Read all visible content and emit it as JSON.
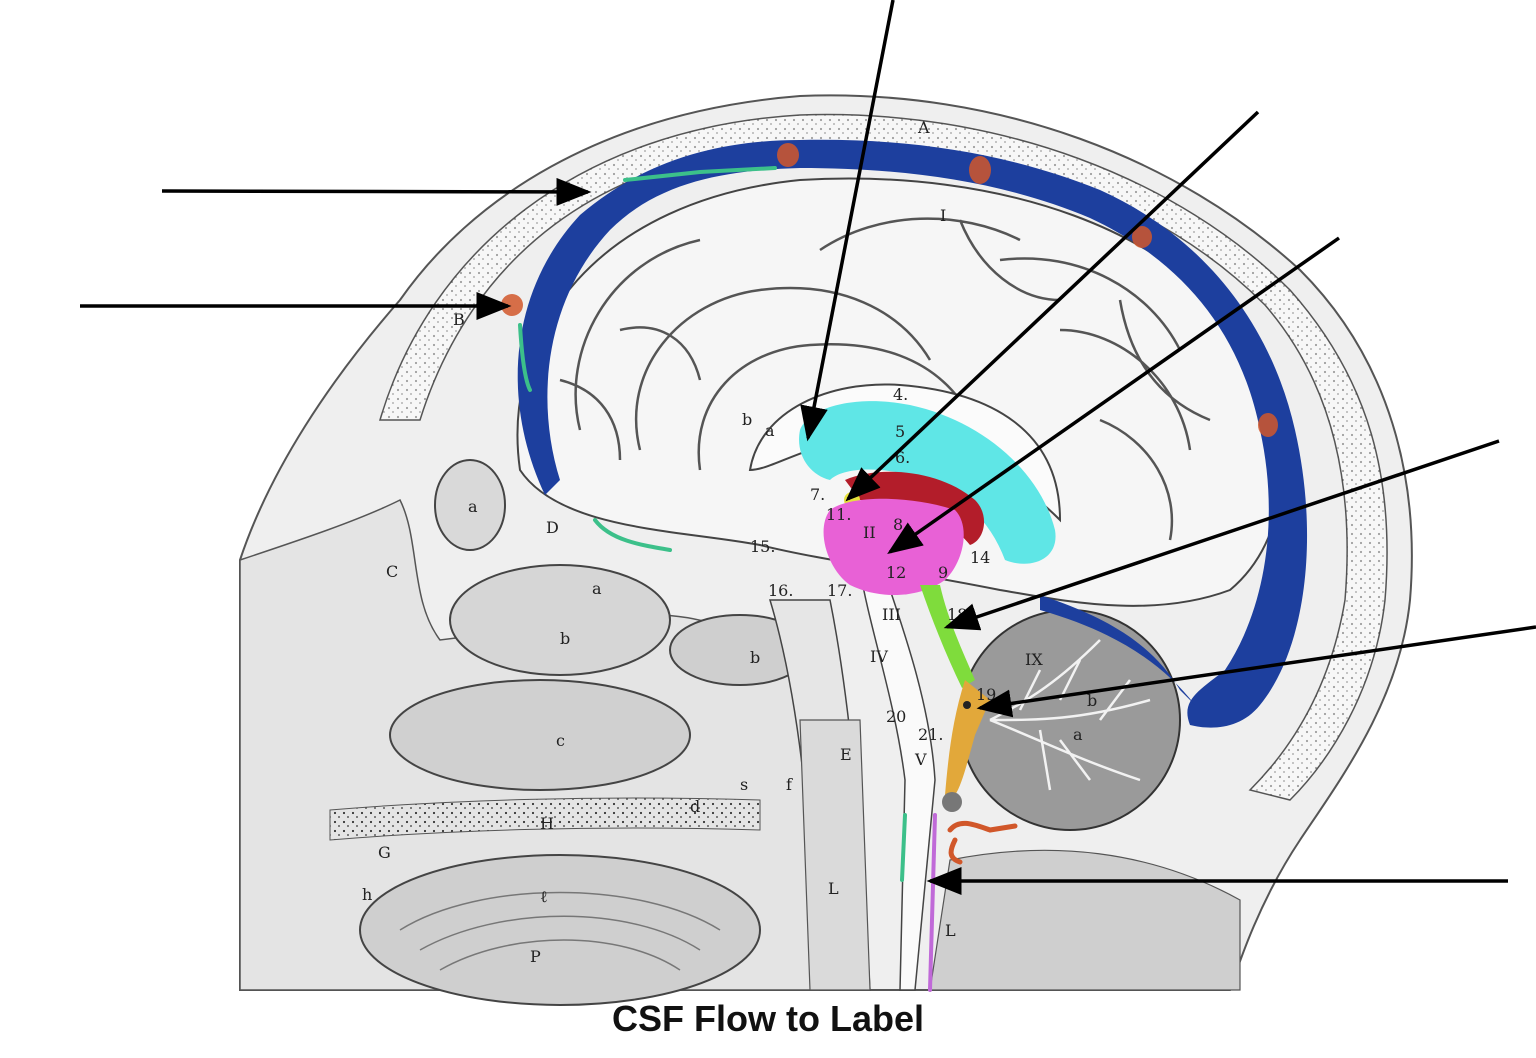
{
  "caption": "CSF Flow to Label",
  "colors": {
    "sinus": "#1d3f9e",
    "lateral_ventricle": "#5fe6e6",
    "choroid_plexus": "#b31d2a",
    "third_ventricle": "#e861d6",
    "aqueduct": "#7fdc3c",
    "fourth_ventricle": "#e2a83a",
    "central_canal": "#c06ad8",
    "arachnoid_granulations": "#d1572a",
    "subarachnoid_pathway": "#3cc08a",
    "interventricular_foramen": "#e6e23c"
  },
  "drawing_letters": {
    "A": "A",
    "B": "B",
    "C": "C",
    "D": "D",
    "E": "E",
    "G": "G",
    "H": "H",
    "a_frontal": "a",
    "a_nasal": "a",
    "b_callosum": "b",
    "a_callosum": "a",
    "b_nasal1": "b",
    "b_nasal2": "b",
    "c_nasal": "c",
    "d": "d",
    "h": "h",
    "l": "ℓ",
    "P": "P",
    "f": "f",
    "s": "s",
    "a_cerebellum": "a",
    "b_cerebellum": "b",
    "IX": "IX",
    "I": "I",
    "II": "II",
    "III": "III",
    "IV": "IV",
    "V": "V",
    "n4": "4.",
    "n5": "5",
    "n6": "6.",
    "n7": "7.",
    "n8": "8",
    "n9": "9",
    "n11": "11.",
    "n12": "12",
    "n14": "14",
    "n15": "15.",
    "n16": "16.",
    "n17": "17.",
    "n18": "18",
    "n19": "19",
    "n20": "20",
    "n21": "21.",
    "L1": "L",
    "L2": "L"
  }
}
